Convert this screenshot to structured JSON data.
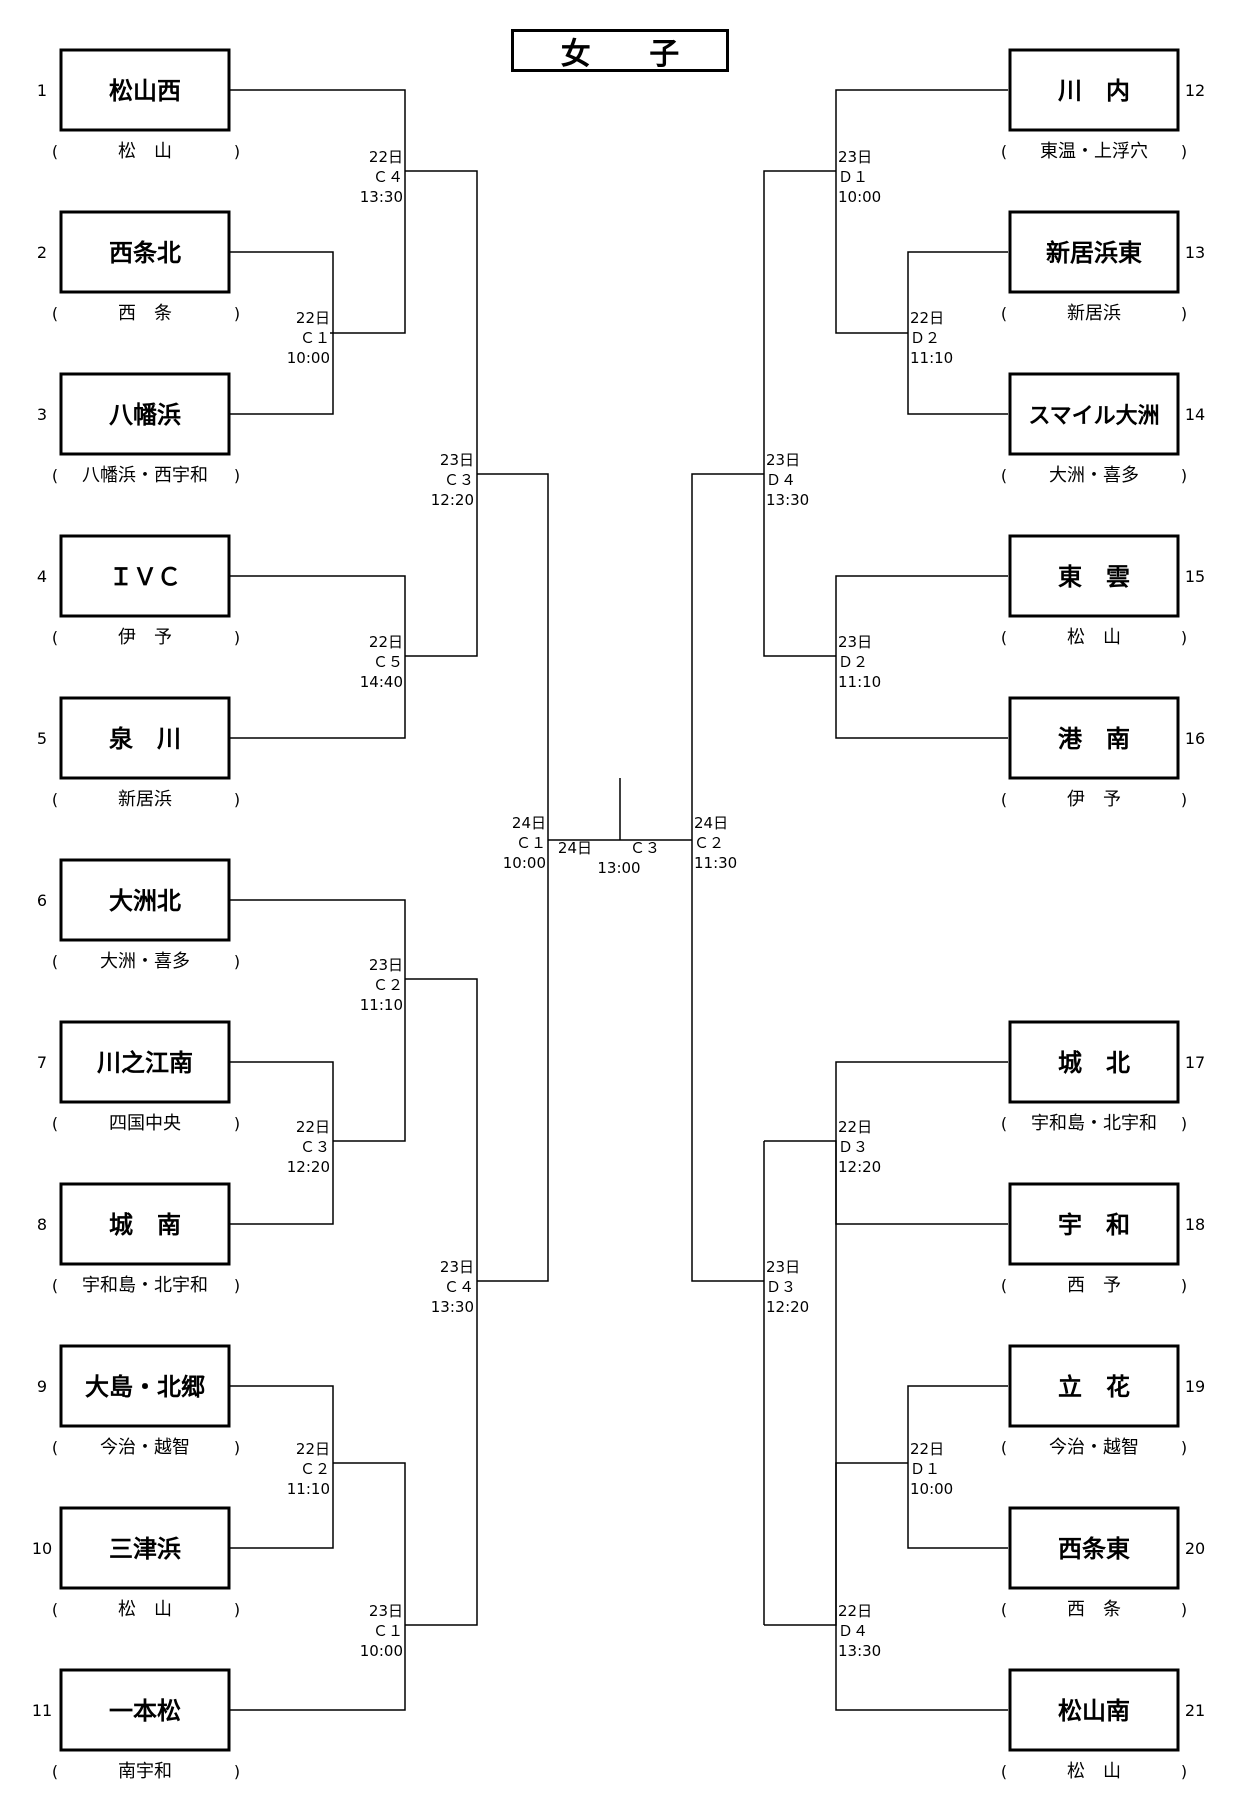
{
  "title": "女 子",
  "teams": [
    {
      "no": "1",
      "name": "松山西",
      "region": "松　山"
    },
    {
      "no": "2",
      "name": "西条北",
      "region": "西　条"
    },
    {
      "no": "3",
      "name": "八幡浜",
      "region": "八幡浜・西宇和"
    },
    {
      "no": "4",
      "name": "ＩＶＣ",
      "region": "伊　予"
    },
    {
      "no": "5",
      "name": "泉　川",
      "region": "新居浜"
    },
    {
      "no": "6",
      "name": "大洲北",
      "region": "大洲・喜多"
    },
    {
      "no": "7",
      "name": "川之江南",
      "region": "四国中央"
    },
    {
      "no": "8",
      "name": "城　南",
      "region": "宇和島・北宇和"
    },
    {
      "no": "9",
      "name": "大島・北郷",
      "region": "今治・越智"
    },
    {
      "no": "10",
      "name": "三津浜",
      "region": "松　山"
    },
    {
      "no": "11",
      "name": "一本松",
      "region": "南宇和"
    },
    {
      "no": "12",
      "name": "川　内",
      "region": "東温・上浮穴"
    },
    {
      "no": "13",
      "name": "新居浜東",
      "region": "新居浜"
    },
    {
      "no": "14",
      "name": "スマイル大洲",
      "region": "大洲・喜多"
    },
    {
      "no": "15",
      "name": "東　雲",
      "region": "松　山"
    },
    {
      "no": "16",
      "name": "港　南",
      "region": "伊　予"
    },
    {
      "no": "17",
      "name": "城　北",
      "region": "宇和島・北宇和"
    },
    {
      "no": "18",
      "name": "宇　和",
      "region": "西　予"
    },
    {
      "no": "19",
      "name": "立　花",
      "region": "今治・越智"
    },
    {
      "no": "20",
      "name": "西条東",
      "region": "西　条"
    },
    {
      "no": "21",
      "name": "松山南",
      "region": "松　山"
    }
  ],
  "matches": [
    {
      "day": "22日",
      "court": "Ｃ１",
      "time": "10:00"
    },
    {
      "day": "22日",
      "court": "Ｃ４",
      "time": "13:30"
    },
    {
      "day": "22日",
      "court": "Ｃ５",
      "time": "14:40"
    },
    {
      "day": "23日",
      "court": "Ｃ３",
      "time": "12:20"
    },
    {
      "day": "22日",
      "court": "Ｃ３",
      "time": "12:20"
    },
    {
      "day": "23日",
      "court": "Ｃ２",
      "time": "11:10"
    },
    {
      "day": "22日",
      "court": "Ｃ２",
      "time": "11:10"
    },
    {
      "day": "23日",
      "court": "Ｃ１",
      "time": "10:00"
    },
    {
      "day": "23日",
      "court": "Ｃ４",
      "time": "13:30"
    },
    {
      "day": "24日",
      "court": "Ｃ１",
      "time": "10:00"
    },
    {
      "day": "22日",
      "court": "Ｄ２",
      "time": "11:10"
    },
    {
      "day": "23日",
      "court": "Ｄ１",
      "time": "10:00"
    },
    {
      "day": "23日",
      "court": "Ｄ２",
      "time": "11:10"
    },
    {
      "day": "23日",
      "court": "Ｄ４",
      "time": "13:30"
    },
    {
      "day": "22日",
      "court": "Ｄ３",
      "time": "12:20"
    },
    {
      "day": "22日",
      "court": "Ｄ１",
      "time": "10:00"
    },
    {
      "day": "22日",
      "court": "Ｄ４",
      "time": "13:30"
    },
    {
      "day": "23日",
      "court": "Ｄ３",
      "time": "12:20"
    },
    {
      "day": "24日",
      "court": "Ｃ２",
      "time": "11:30"
    }
  ],
  "final": {
    "day": "24日",
    "court": "Ｃ３",
    "time": "13:00"
  }
}
